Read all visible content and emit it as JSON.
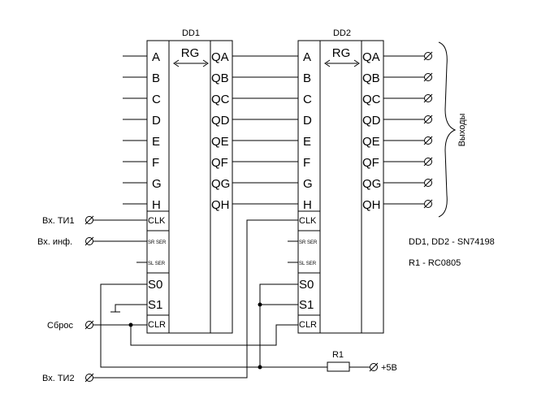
{
  "chips": [
    {
      "title": "DD1",
      "function": "RG",
      "inputs": [
        "A",
        "B",
        "C",
        "D",
        "E",
        "F",
        "G",
        "H"
      ],
      "outputs": [
        "QA",
        "QB",
        "QC",
        "QD",
        "QE",
        "QF",
        "QG",
        "QH"
      ],
      "control": [
        "CLK",
        "SR SER",
        "SL SER",
        "S0",
        "S1",
        "CLR"
      ]
    },
    {
      "title": "DD2",
      "function": "RG",
      "inputs": [
        "A",
        "B",
        "C",
        "D",
        "E",
        "F",
        "G",
        "H"
      ],
      "outputs": [
        "QA",
        "QB",
        "QC",
        "QD",
        "QE",
        "QF",
        "QG",
        "QH"
      ],
      "control": [
        "CLK",
        "SR SER",
        "SL SER",
        "S0",
        "S1",
        "CLR"
      ]
    }
  ],
  "terminals": {
    "clock1": "Вх. ТИ1",
    "data_in": "Вх. инф.",
    "reset": "Сброс",
    "clock2": "Вх. ТИ2",
    "power": "+5В"
  },
  "resistor": "R1",
  "outputs_label": "Выходы",
  "notes": {
    "chips": "DD1, DD2 - SN74198",
    "resistor": "R1 - RC0805"
  }
}
